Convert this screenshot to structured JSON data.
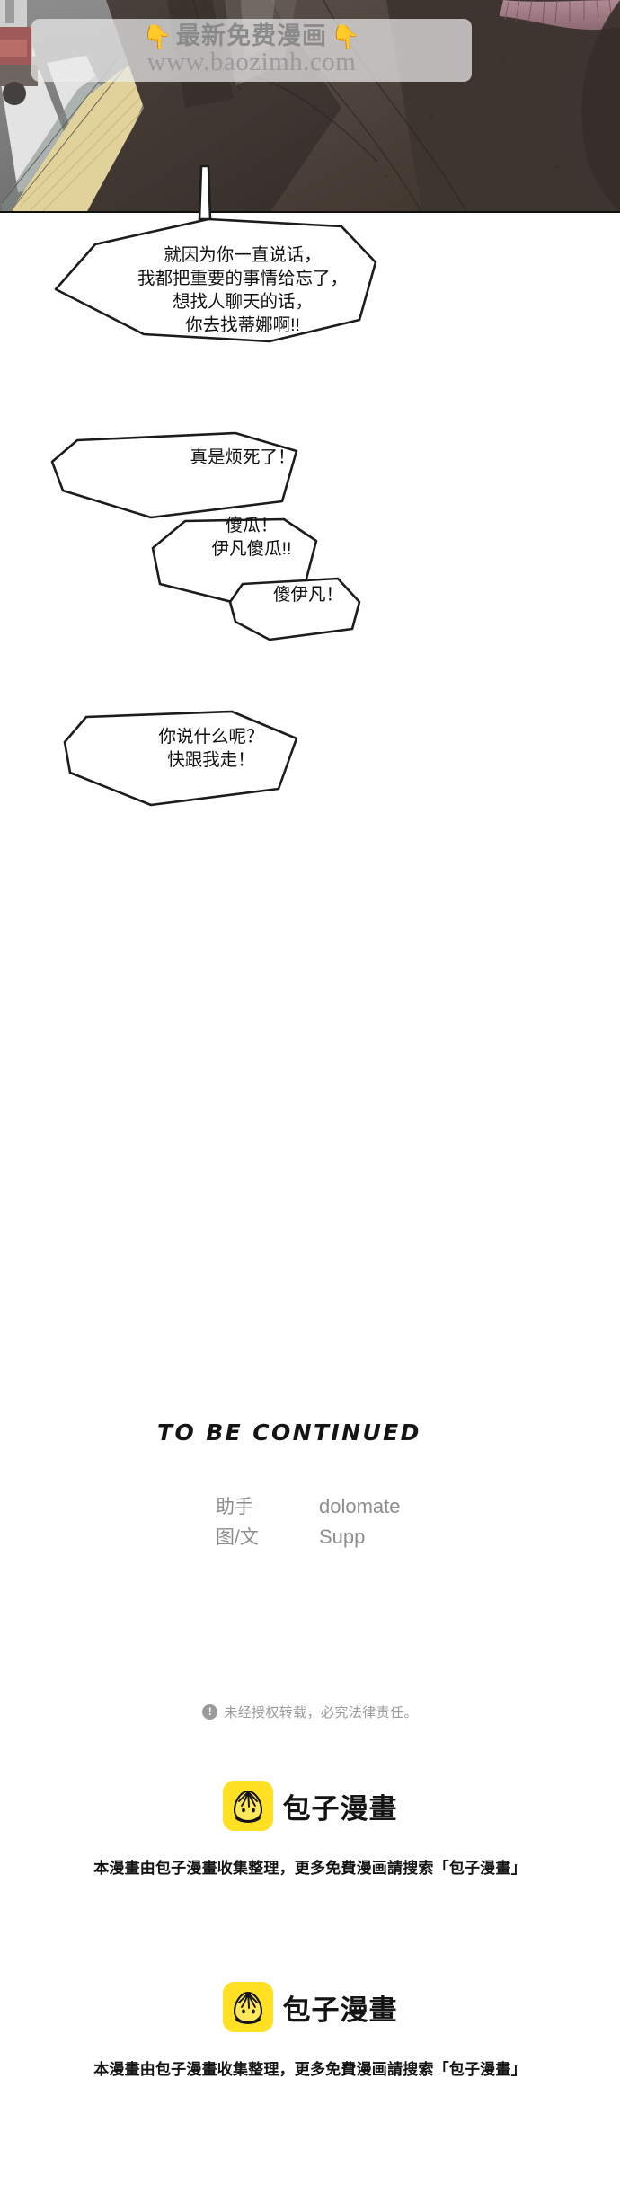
{
  "panel": {
    "alt_description": "comic-art-panel-street-scene",
    "watermark": {
      "hand_icon_left": "pointing-down-hand-icon",
      "hand_icon_right": "pointing-down-hand-icon",
      "line1": "最新免费漫画",
      "line2": "www.baozimh.com"
    }
  },
  "dialogue": {
    "bubble1": "就因为你一直说话，\n我都把重要的事情给忘了，\n想找人聊天的话，\n你去找蒂娜啊!!",
    "bubble2": "真是烦死了！",
    "bubble3": "傻瓜！\n伊凡傻瓜!!",
    "bubble4": "傻伊凡！",
    "bubble5": "你说什么呢？\n快跟我走！"
  },
  "ending": {
    "to_be_continued": "TO BE CONTINUED",
    "credits": [
      {
        "role": "助手",
        "name": "dolomate"
      },
      {
        "role": "图/文",
        "name": "Supp"
      }
    ]
  },
  "copyright": {
    "icon": "warning-exclamation-icon",
    "text": "未经授权转载，必究法律责任。"
  },
  "footers": [
    {
      "logo_icon": "baozi-bun-logo-icon",
      "brand": "包子漫畫",
      "tagline": "本漫畫由包子漫畫收集整理，更多免費漫画請搜索「包子漫畫」"
    },
    {
      "logo_icon": "baozi-bun-logo-icon",
      "brand": "包子漫畫",
      "tagline": "本漫畫由包子漫畫收集整理，更多免費漫画請搜索「包子漫畫」"
    }
  ],
  "colors": {
    "brand_yellow": "#FFE023",
    "text_dark": "#141414",
    "muted_gray": "#9b9b9b",
    "panel_dark": "#3b3330"
  }
}
